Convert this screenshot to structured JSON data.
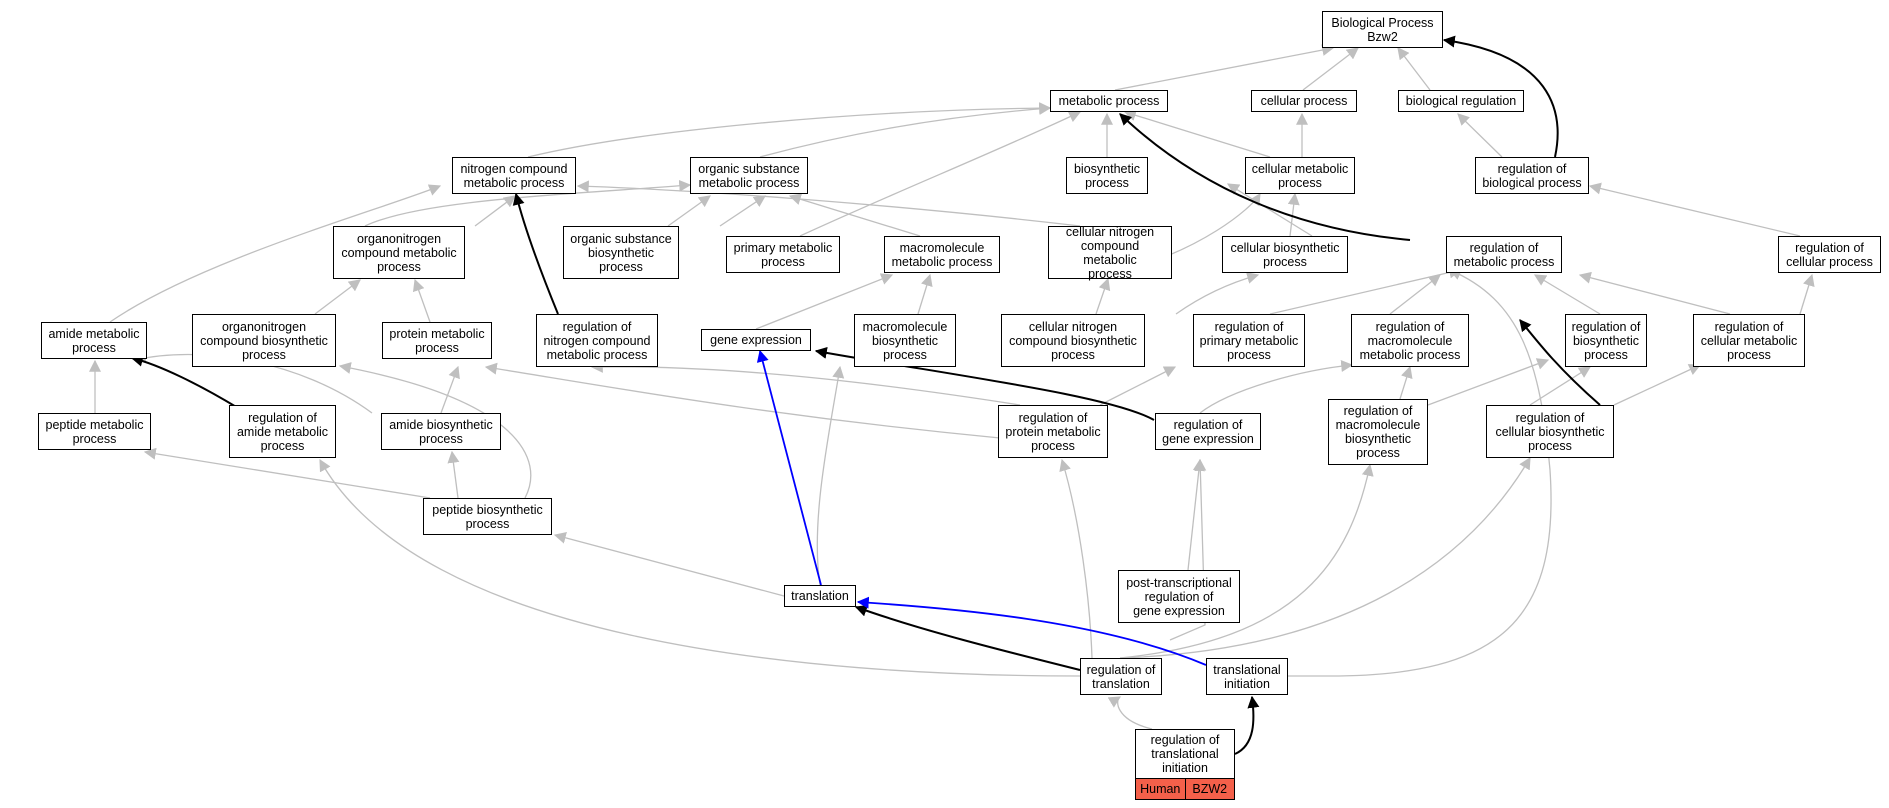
{
  "colors": {
    "inherited": "#bfbfbf",
    "direct": "#000000",
    "highlight": "#0000ff",
    "gene_tag": "#f4604a"
  },
  "nodes": {
    "root": "Biological Process\nBzw2",
    "mp": "metabolic process",
    "cp": "cellular process",
    "br": "biological regulation",
    "ncmp": "nitrogen compound\nmetabolic process",
    "osmp": "organic substance\nmetabolic process",
    "bp": "biosynthetic\nprocess",
    "cmp": "cellular metabolic\nprocess",
    "rbp": "regulation of\nbiological process",
    "oncmp": "organonitrogen\ncompound metabolic\nprocess",
    "osbp": "organic substance\nbiosynthetic\nprocess",
    "primp": "primary metabolic\nprocess",
    "macmp": "macromolecule\nmetabolic process",
    "cncmp": "cellular nitrogen\ncompound metabolic\nprocess",
    "cbp": "cellular biosynthetic\nprocess",
    "rmp": "regulation of\nmetabolic process",
    "rcp": "regulation of\ncellular process",
    "amp": "amide metabolic\nprocess",
    "oncbp": "organonitrogen\ncompound biosynthetic\nprocess",
    "pmp": "protein metabolic\nprocess",
    "rncmp": "regulation of\nnitrogen compound\nmetabolic process",
    "ge": "gene expression",
    "macbp": "macromolecule\nbiosynthetic\nprocess",
    "cncbp": "cellular nitrogen\ncompound biosynthetic\nprocess",
    "rprimp": "regulation of\nprimary metabolic\nprocess",
    "rmacmp": "regulation of\nmacromolecule\nmetabolic process",
    "rbiop": "regulation of\nbiosynthetic\nprocess",
    "rcmp": "regulation of\ncellular metabolic\nprocess",
    "pepmp": "peptide metabolic\nprocess",
    "ramp": "regulation of\namide metabolic\nprocess",
    "abp": "amide biosynthetic\nprocess",
    "rpmp": "regulation of\nprotein metabolic\nprocess",
    "rge": "regulation of\ngene expression",
    "rmacbp": "regulation of\nmacromolecule\nbiosynthetic\nprocess",
    "rcbp": "regulation of\ncellular biosynthetic\nprocess",
    "pepbp": "peptide biosynthetic\nprocess",
    "ptrge": "post-transcriptional\nregulation of\ngene expression",
    "tr": "translation",
    "rtr": "regulation of\ntranslation",
    "ti": "translational\ninitiation",
    "rti": "regulation of\ntranslational\ninitiation"
  },
  "gene_tag": {
    "species": "Human",
    "gene": "BZW2"
  }
}
